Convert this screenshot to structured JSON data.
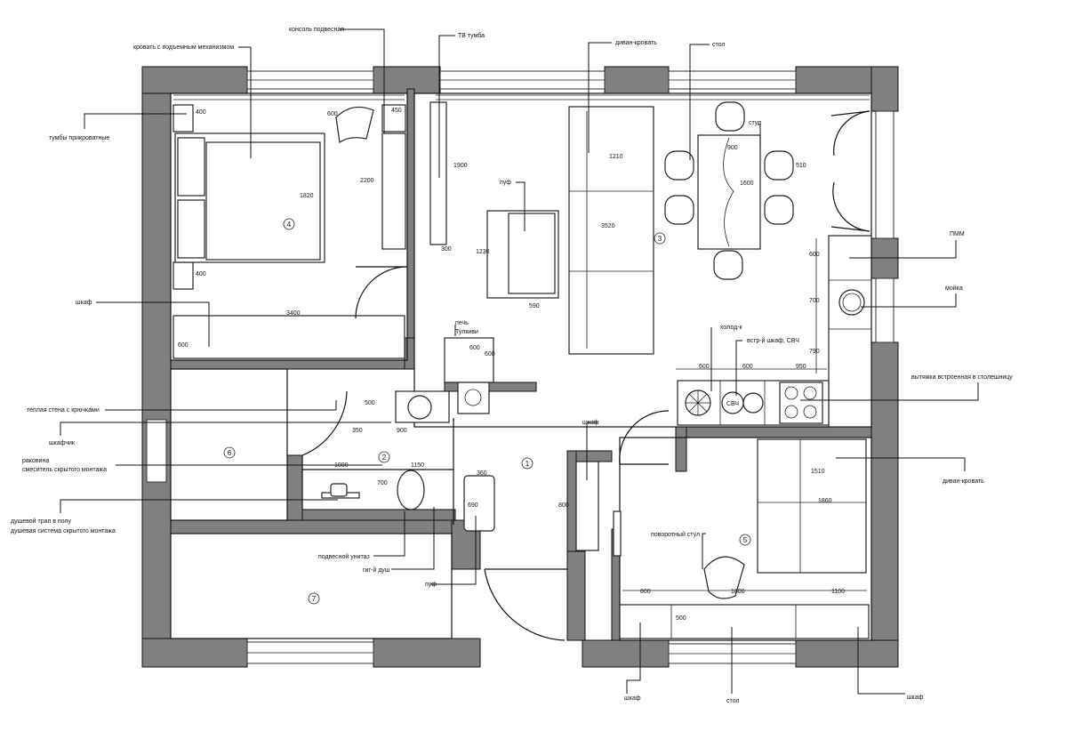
{
  "rooms": [
    "1",
    "2",
    "3",
    "4",
    "5",
    "6",
    "7"
  ],
  "labels": {
    "bed": "кровать с подъемным механизмом",
    "console": "консоль подвесная",
    "tv": "ТВ тумба",
    "sofa_bed_top": "диван-кровать",
    "table_top": "стол",
    "nightstands": "тумбы прикроватные",
    "chair": "стул",
    "pouf_top": "пуф",
    "dishwasher": "ПММ",
    "sink_kitchen": "мойка",
    "wardrobe_left": "шкаф",
    "stove_line1": "печь",
    "stove_line2": "Тулкиви",
    "fridge": "холод-к",
    "oven": "встр-й шкаф, СВЧ",
    "hood": "вытяжка встроенная в столешницу",
    "warm_wall": "теплая стена с крючками",
    "cabinet": "шкафчик",
    "washbasin_line1": "раковина",
    "washbasin_line2": "смеситель скрытого монтажа",
    "shower_line1": "душевой трап в полу",
    "shower_line2": "душевая система скрытого монтажа",
    "wardrobe_corridor": "шкаф",
    "sofa_bed_room5": "диван-кровать",
    "swivel_chair": "поворотный стул",
    "wall_toilet": "подвесной унитаз",
    "hyg_shower": "гиг-й душ",
    "pouf_bottom": "пуф",
    "wardrobe_bottom_left": "шкаф",
    "desk": "стол",
    "wardrobe_bottom_right": "шкаф",
    "microwave": "СВЧ"
  },
  "dimensions": {
    "d400a": "400",
    "d450": "450",
    "d600a": "600",
    "d2200": "2200",
    "d1820": "1820",
    "d1900": "1900",
    "d300": "300",
    "d1210": "1210",
    "d3520": "3520",
    "d900a": "900",
    "d1600": "1600",
    "d510": "510",
    "d1230": "1230",
    "d590": "590",
    "d400b": "400",
    "d3400": "3400",
    "d600b": "600",
    "d600c": "600",
    "d600d": "600",
    "d600e": "600",
    "d950": "950",
    "d600f": "600",
    "d700a": "700",
    "d790": "790",
    "d500a": "500",
    "d350": "350",
    "d900b": "900",
    "d1000": "1000",
    "d1150": "1150",
    "d360": "360",
    "d700b": "700",
    "d690": "690",
    "d800a": "800",
    "d1510": "1510",
    "d1860": "1860",
    "d600g": "600",
    "d800b": "800",
    "d1800": "1800",
    "d1100": "1100",
    "d500b": "500"
  }
}
